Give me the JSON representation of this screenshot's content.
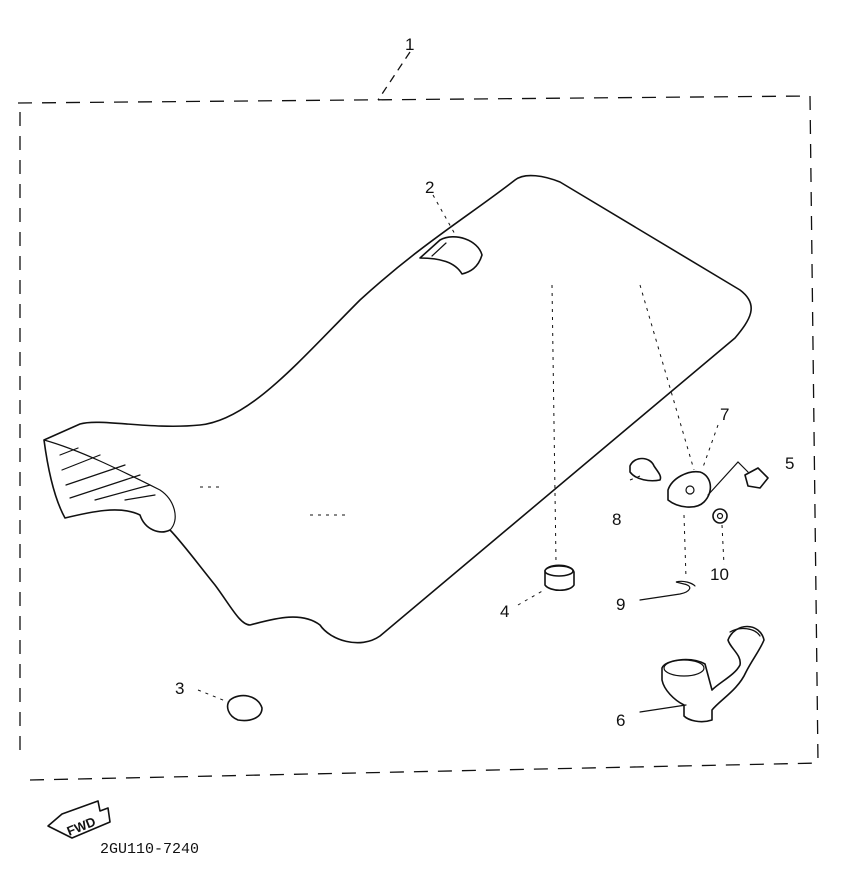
{
  "callouts": {
    "c1": "1",
    "c2": "2",
    "c3": "3",
    "c4": "4",
    "c5": "5",
    "c6": "6",
    "c7": "7",
    "c8": "8",
    "c9": "9",
    "c10": "10"
  },
  "fwd_label": "FWD",
  "drawing_code": "2GU110-7240"
}
